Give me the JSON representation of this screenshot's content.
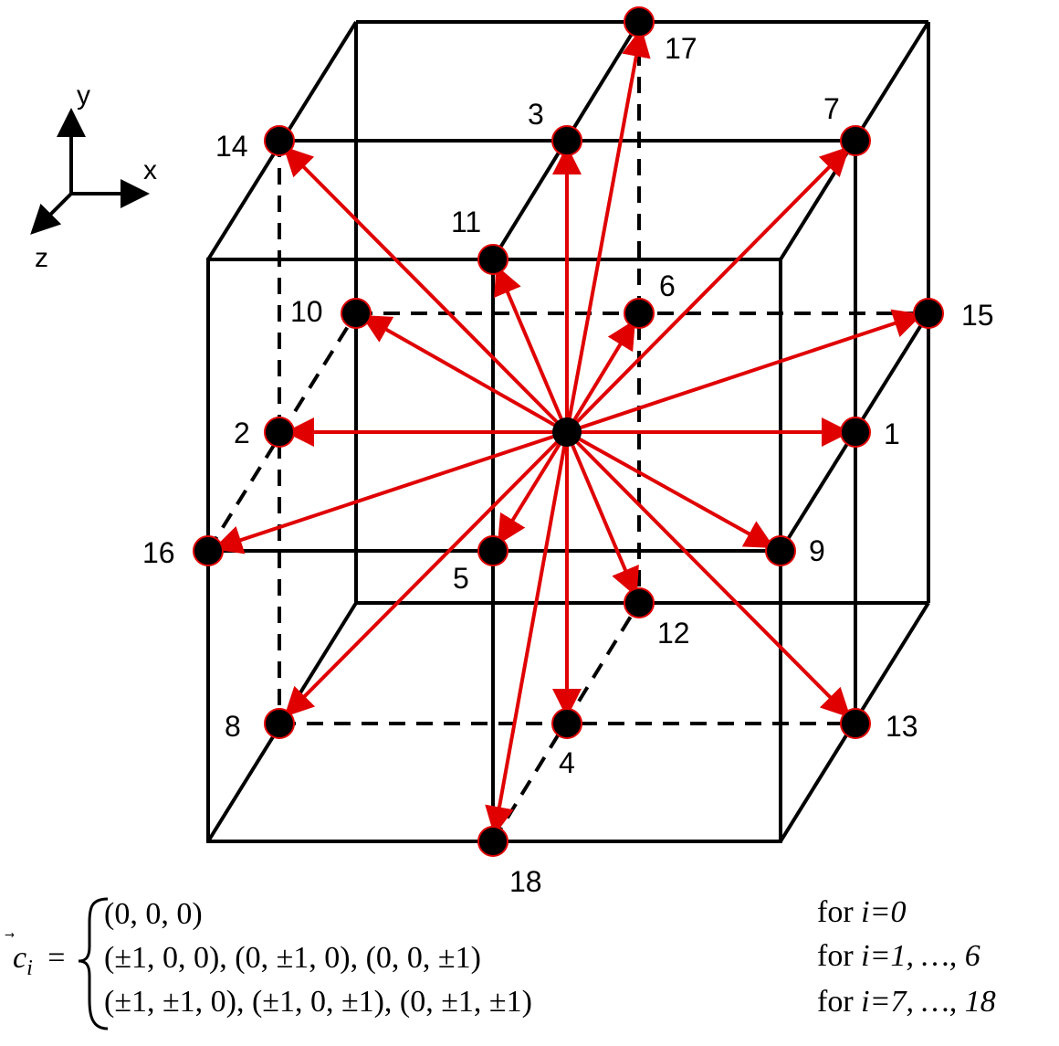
{
  "axes": {
    "x": "x",
    "y": "y",
    "z": "z"
  },
  "nodes": {
    "n1": "1",
    "n2": "2",
    "n3": "3",
    "n4": "4",
    "n5": "5",
    "n6": "6",
    "n7": "7",
    "n8": "8",
    "n9": "9",
    "n10": "10",
    "n11": "11",
    "n12": "12",
    "n13": "13",
    "n14": "14",
    "n15": "15",
    "n16": "16",
    "n17": "17",
    "n18": "18"
  },
  "colors": {
    "arrow": "#e00000",
    "node_fill": "#000000",
    "node_stroke": "#e00000",
    "edge": "#000000"
  },
  "equation": {
    "lhs_symbol": "c",
    "lhs_subscript": "i",
    "equals": "=",
    "cases": [
      {
        "value": "(0, 0, 0)",
        "condition_prefix": "for ",
        "condition": "i=0"
      },
      {
        "value": "(±1, 0, 0), (0, ±1, 0), (0, 0, ±1)",
        "condition_prefix": "for ",
        "condition": "i=1, …, 6"
      },
      {
        "value": "(±1, ±1, 0), (±1, 0, ±1), (0, ±1, ±1)",
        "condition_prefix": "for ",
        "condition": "i=7, …, 18"
      }
    ]
  }
}
